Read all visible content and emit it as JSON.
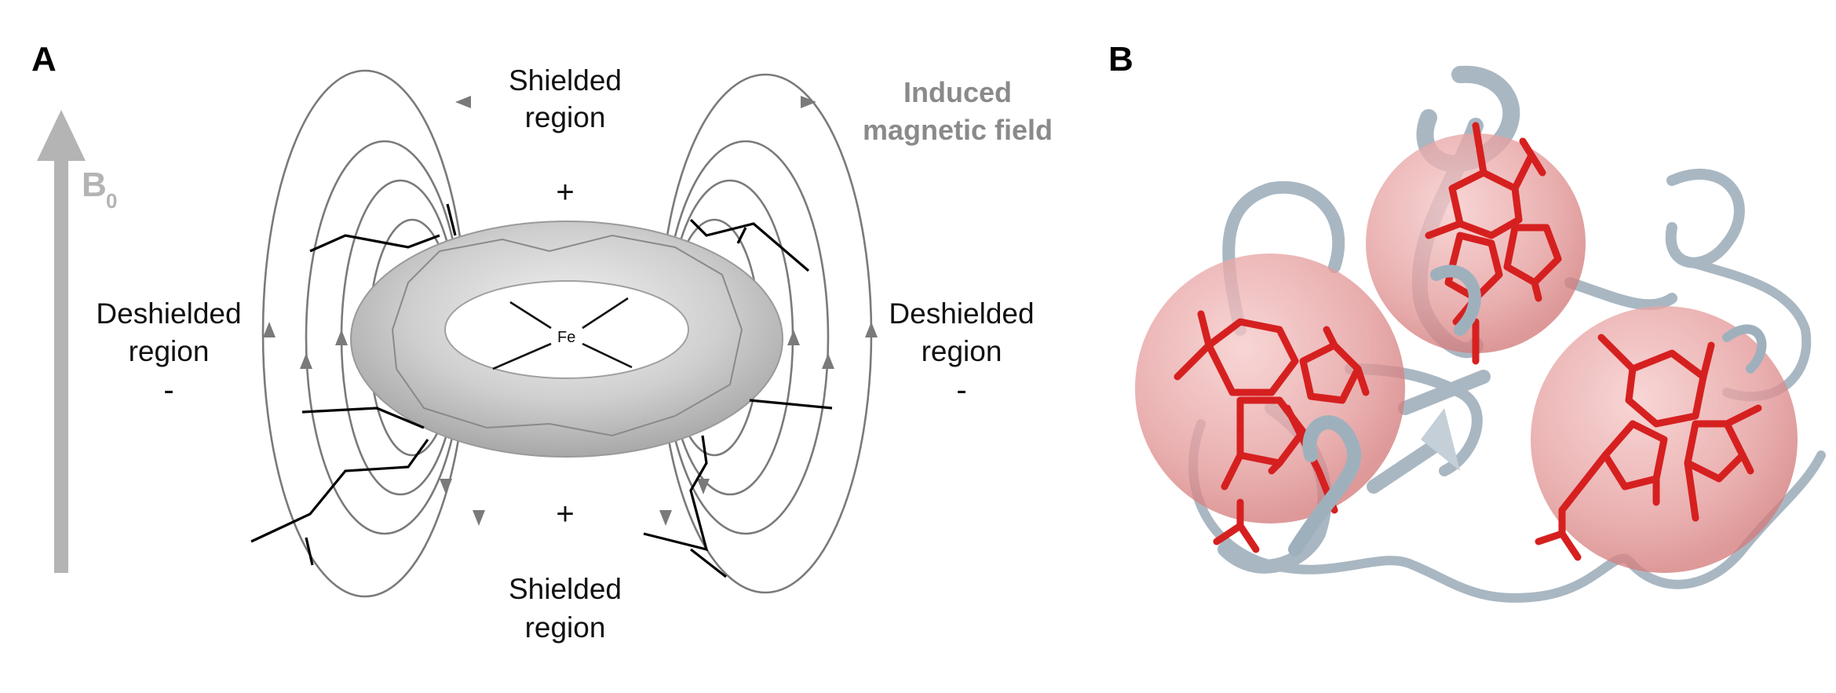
{
  "panels": {
    "a": "A",
    "b": "B"
  },
  "labels": {
    "shielded_top_line1": "Shielded",
    "shielded_top_line2": "region",
    "shielded_bottom_line1": "Shielded",
    "shielded_bottom_line2": "region",
    "deshielded_left_line1": "Deshielded",
    "deshielded_left_line2": "region",
    "deshielded_right_line1": "Deshielded",
    "deshielded_right_line2": "region",
    "plus_top": "+",
    "plus_bottom": "+",
    "minus_left": "-",
    "minus_right": "-",
    "induced_line1": "Induced",
    "induced_line2": "magnetic field",
    "b0_main": "B",
    "b0_sub": "0",
    "fe": "Fe"
  },
  "colors": {
    "field_lines": "#7a7a7a",
    "torus": "#c8c8c8",
    "b0_arrow": "#b4b4b4",
    "substituents": "#000000",
    "heme_red": "#d62020",
    "sphere": "#e8a0a0",
    "protein_ribbon": "#a9b7c2"
  },
  "icons": {
    "b0_arrow": "up-arrow",
    "field_arrows": "arrowhead"
  }
}
